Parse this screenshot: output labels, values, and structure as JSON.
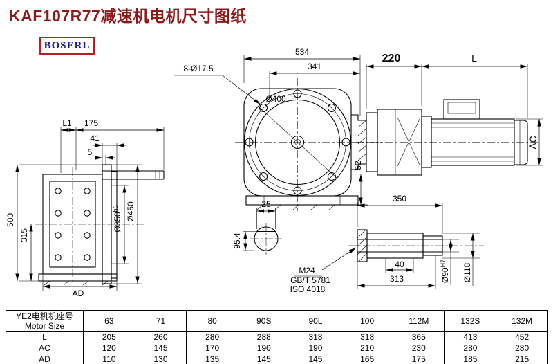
{
  "page": {
    "title": "KAF107R77减速机电机尺寸图纸",
    "logo": "BOSERL"
  },
  "colors": {
    "title": "#8b1a1a",
    "logo_text": "#14148c",
    "logo_border": "#b22222",
    "line": "#000000"
  },
  "drawing": {
    "left_view": {
      "l1": "L1",
      "d175": "175",
      "d41": "41",
      "d5": "5",
      "d500": "500",
      "d315": "315",
      "ad": "AD",
      "d350": "Ø350",
      "d350_tol": "h6",
      "d450": "Ø450"
    },
    "front_view": {
      "d534": "534",
      "d341": "341",
      "bolt_holes": "8-Ø17.5",
      "d400": "Ø400",
      "d52": "52",
      "d25": "25",
      "d95_4": "95.4",
      "thread": "M24",
      "std_gb": "GB/T 5781",
      "std_iso": "ISO 4018"
    },
    "motor_view": {
      "d220": "220",
      "dL": "L",
      "ac": "AC",
      "d350": "350",
      "d40": "40",
      "d313": "313",
      "d90": "Ø90",
      "d90_tol": "H7",
      "d118": "Ø118"
    }
  },
  "table": {
    "row_header_line1": "YE2电机机座号",
    "row_header_line2": "Motor Size",
    "columns": [
      "63",
      "71",
      "80",
      "90S",
      "90L",
      "100",
      "112M",
      "132S",
      "132M"
    ],
    "rows": [
      {
        "label": "L",
        "values": [
          "205",
          "260",
          "280",
          "288",
          "318",
          "318",
          "365",
          "413",
          "452"
        ]
      },
      {
        "label": "AC",
        "values": [
          "120",
          "145",
          "170",
          "190",
          "190",
          "210",
          "230",
          "280",
          "280"
        ]
      },
      {
        "label": "AD",
        "values": [
          "110",
          "130",
          "135",
          "145",
          "145",
          "165",
          "175",
          "185",
          "215"
        ]
      }
    ]
  }
}
